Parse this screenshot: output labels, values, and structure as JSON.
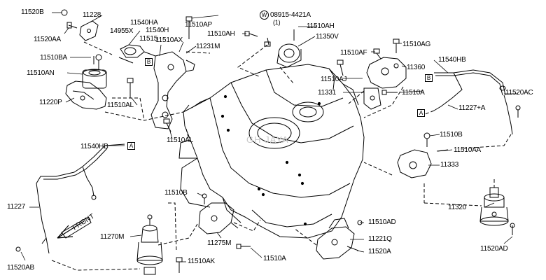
{
  "diagram": {
    "watermark": "GH JAYA",
    "front_label": "FRONT",
    "ref_box_a": "A",
    "ref_box_b": "B",
    "washer_marker": "W",
    "labels": {
      "p11520B": "11520B",
      "p11228": "11228",
      "p11520AA": "11520AA",
      "p14955X": "14955X",
      "p11540HA": "11540HA",
      "p11540H": "11540H",
      "p11515": "11515",
      "p11510AX": "11510AX",
      "p11510AP": "11510AP",
      "p11510AH_a": "11510AH",
      "p08915": "08915-4421A",
      "p08915_qty": "(1)",
      "p11510AH_b": "11510AH",
      "p11350V": "11350V",
      "p11231M": "11231M",
      "p11510BA": "11510BA",
      "p11510AN": "11510AN",
      "p11220P": "11220P",
      "p11510AL_top": "11510AL",
      "p11510AL_bot": "11510AL",
      "p11510AG": "11510AG",
      "p11510AF": "11510AF",
      "p11510AJ": "11510AJ",
      "p11360": "11360",
      "p11331": "11331",
      "p11510A_right": "11510A",
      "p11540HB_right": "11540HB",
      "p11520AC": "11520AC",
      "p11227A": "11227+A",
      "p11540HB_left": "11540HB",
      "p11510B_right": "11510B",
      "p11510AA": "11510AA",
      "p11333": "11333",
      "p11227": "11227",
      "p11510B_mid": "11510B",
      "p11320": "11320",
      "p11270M": "11270M",
      "p11275M": "11275M",
      "p11510AD": "11510AD",
      "p11221Q": "11221Q",
      "p11520A": "11520A",
      "p11520AD": "11520AD",
      "p11520AB": "11520AB",
      "p11510AK": "11510AK",
      "p11510A_bot": "11510A"
    }
  }
}
